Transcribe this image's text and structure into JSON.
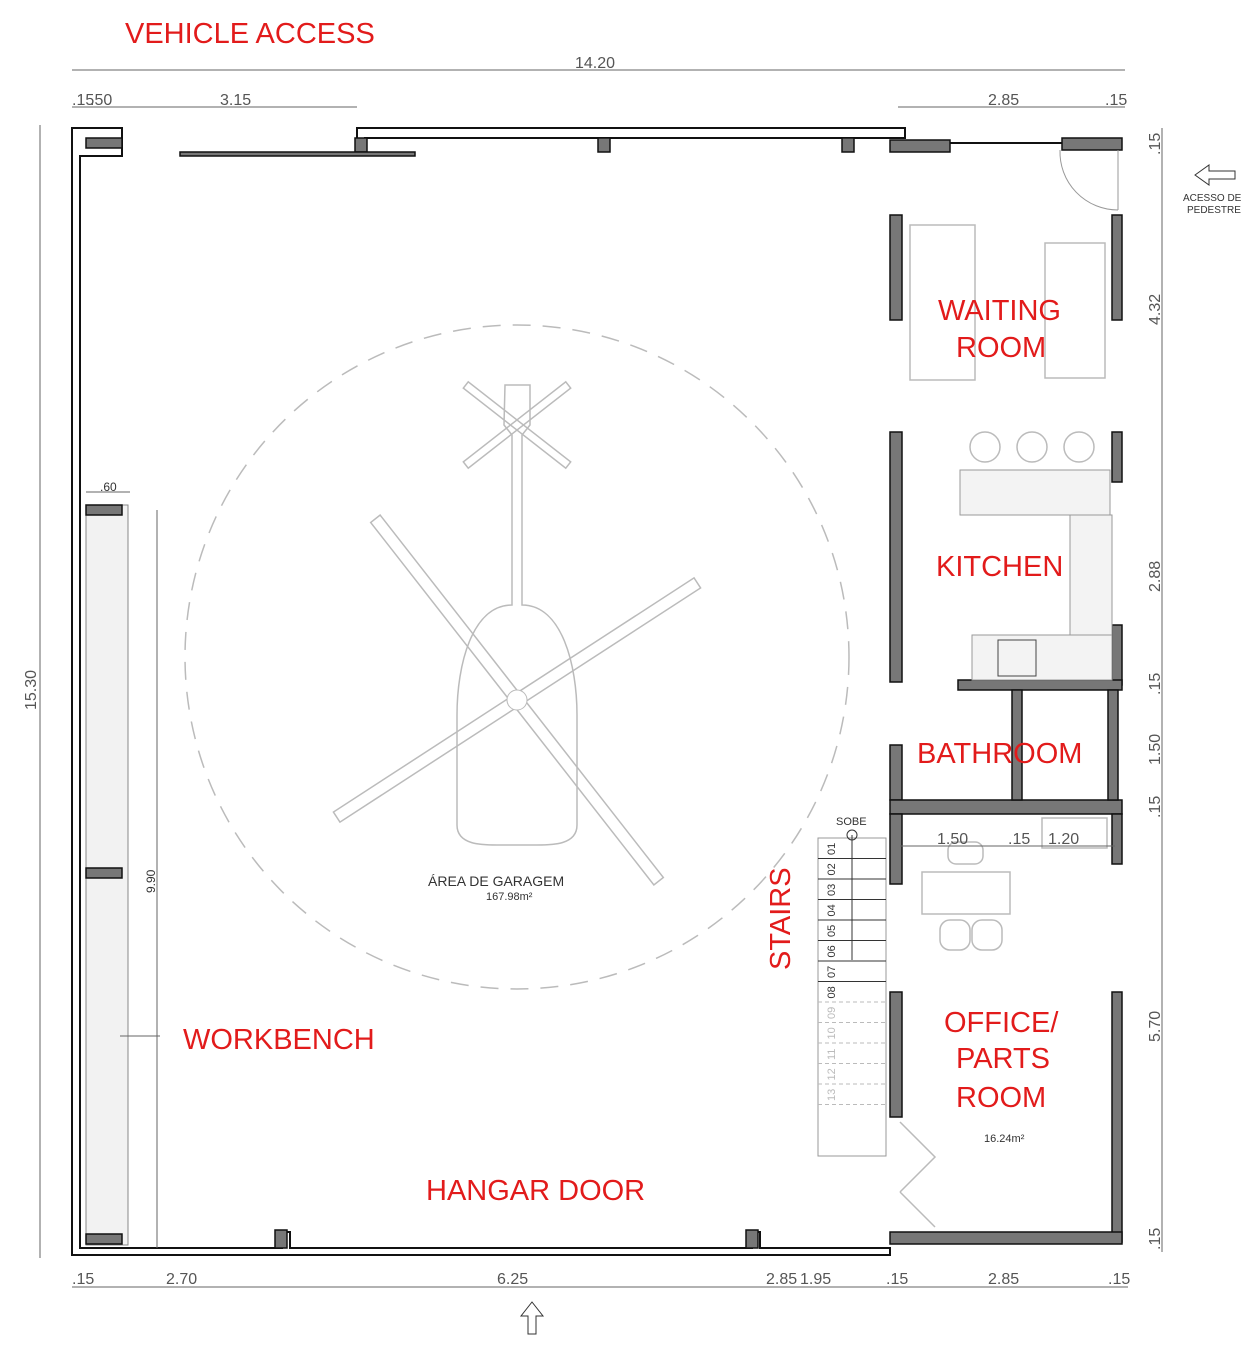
{
  "labels": {
    "vehicle_access": "VEHICLE ACCESS",
    "waiting_room_1": "WAITING",
    "waiting_room_2": "ROOM",
    "kitchen": "KITCHEN",
    "bathroom": "BATHROOM",
    "stairs": "STAIRS",
    "office_1": "OFFICE/",
    "office_2": "PARTS",
    "office_3": "ROOM",
    "workbench": "WORKBENCH",
    "hangar_door": "HANGAR DOOR"
  },
  "annotations": {
    "garage_area": "ÁREA DE GARAGEM",
    "garage_area_size": "167.98m²",
    "office_area_size": "16.24m²",
    "pedestrian_access_1": "ACESSO DE",
    "pedestrian_access_2": "PEDESTRE",
    "stairs_up": "SOBE",
    "steps": [
      "01",
      "02",
      "03",
      "04",
      "05",
      "06",
      "07",
      "08",
      "09",
      "10",
      "11",
      "12",
      "13"
    ]
  },
  "dimensions": {
    "total_width": "14.20",
    "top_a": ".15",
    "top_b": ".50",
    "top_c": "3.15",
    "top_right": "2.85",
    "top_right_end": ".15",
    "bottom": [
      ".15",
      "2.70",
      "6.25",
      "2.85",
      "1.95",
      ".15",
      "2.85",
      ".15"
    ],
    "left_height": "15.30",
    "workbench_depth": ".60",
    "workbench_length": "9.90",
    "right": [
      ".15",
      "4.32",
      "2.88",
      ".15",
      "1.50",
      ".15",
      "5.70",
      ".15"
    ],
    "office_inner": [
      "1.50",
      ".15",
      "1.20"
    ]
  },
  "colors": {
    "label": "#e21b1b",
    "wall": "#111111"
  }
}
